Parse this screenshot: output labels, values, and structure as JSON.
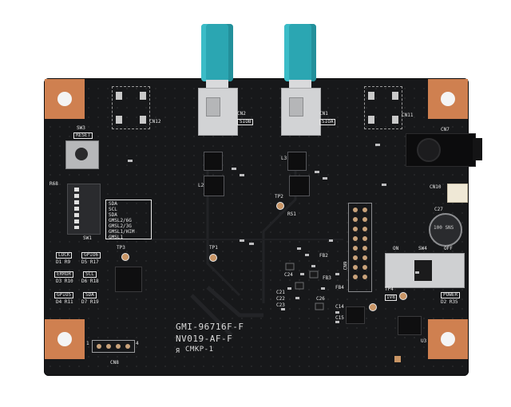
{
  "board": {
    "model_line1": "GMI-96716F-F",
    "model_line2": "NV019-AF-F",
    "maker": "CMKP-1",
    "maker_prefix": "Я"
  },
  "connectors": {
    "cn1": {
      "ref": "CN1",
      "label": "SIOA"
    },
    "cn2": {
      "ref": "CN2",
      "label": "SIOB"
    },
    "cn7": {
      "ref": "CN7"
    },
    "cn8": {
      "ref": "CN8",
      "pin_first": "1",
      "pin_last": "4"
    },
    "cn9": {
      "ref": "CN9"
    },
    "cn10": {
      "ref": "CN10"
    },
    "cn11": {
      "ref": "CN11"
    },
    "cn12": {
      "ref": "CN12"
    }
  },
  "reset": {
    "ref": "SW3",
    "label": "RESET"
  },
  "dip": {
    "ref": "SW1",
    "ref_top": "R68",
    "options": [
      "SDA",
      "SCL",
      "SDA",
      "GMSL2/6G",
      "GMSL2/3G",
      "GMSL1/HIM",
      "GMSL1"
    ]
  },
  "power_switch": {
    "ref": "SW4",
    "on": "ON",
    "off": "OFF"
  },
  "leds": [
    {
      "label": "LOCK",
      "refs": "D1  R9"
    },
    {
      "label": "GPIO6",
      "refs": "D5  R17"
    },
    {
      "label": "ERROR",
      "refs": "D3  R10"
    },
    {
      "label": "SCL",
      "refs": "D6  R18"
    },
    {
      "label": "GPIO5",
      "refs": "D4  R11"
    },
    {
      "label": "SDA",
      "refs": "D7  R19"
    }
  ],
  "power_led": {
    "label": "POWER",
    "refs": "D2  R35"
  },
  "testpoints": {
    "tp1": "TP1",
    "tp2": "TP2",
    "tp3": "TP3",
    "tp4": "TP4",
    "tp4_label": "1V8"
  },
  "capacitor": {
    "ref": "C27",
    "text": "100 SNS"
  },
  "misc_refs": [
    "L3",
    "L2",
    "RS1",
    "FB2",
    "FB3",
    "FB4",
    "U3",
    "C14",
    "C15",
    "C21",
    "C22",
    "C23",
    "C24",
    "C26"
  ],
  "colors": {
    "pcb": "#17181a",
    "pad": "#cf8050",
    "coax": "#2ba6b2",
    "silkscreen": "#e8e8e8"
  }
}
